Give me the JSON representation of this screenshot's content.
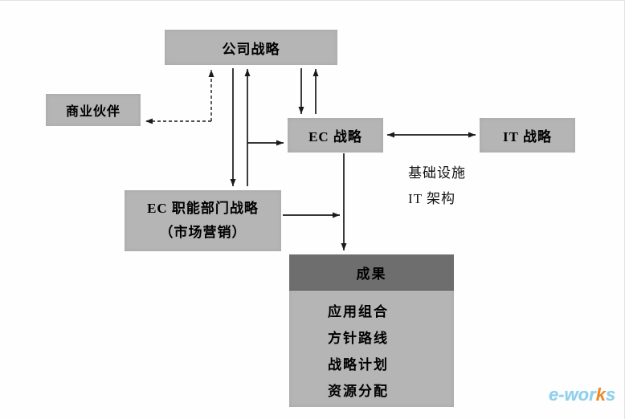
{
  "boxes": {
    "corporate": "公司战略",
    "partner": "商业伙伴",
    "ec": "EC 战略",
    "it": "IT 战略",
    "ec_dept_line1": "EC 职能部门战略",
    "ec_dept_line2": "（市场营销）",
    "results_header": "成果",
    "results_items": [
      "应用组合",
      "方针路线",
      "战略计划",
      "资源分配"
    ]
  },
  "annotations": {
    "infrastructure": "基础设施",
    "it_architecture": "IT 架构"
  },
  "watermark": {
    "part1": "e-wor",
    "part2": "k",
    "part3": "s"
  },
  "colors": {
    "box_fill": "#b5b5b5",
    "results_header_fill": "#6e6e6e",
    "arrow": "#1a1a1a",
    "watermark_blue": "#8fd0ec",
    "watermark_orange": "#f08a24"
  }
}
